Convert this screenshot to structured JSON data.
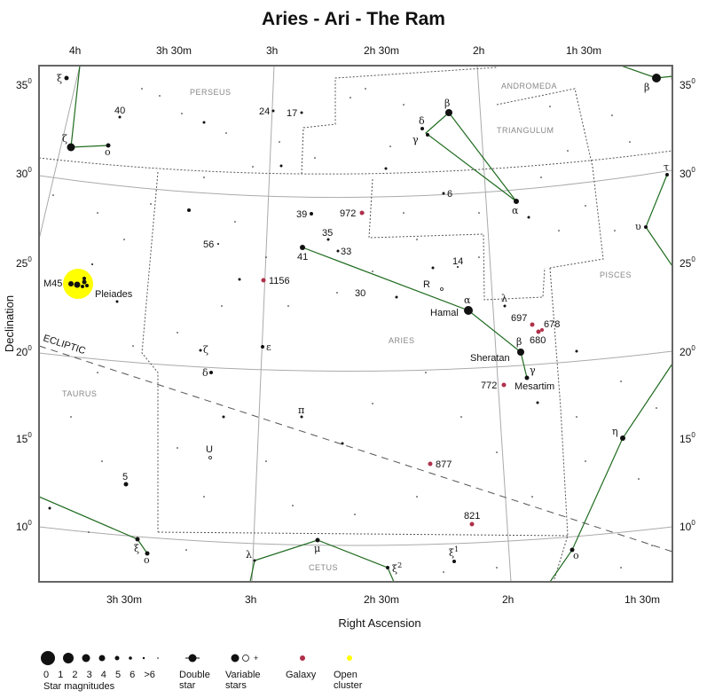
{
  "title": "Aries - Ari - The Ram",
  "axes": {
    "x_title": "Right Ascension",
    "y_title": "Declination",
    "top_ticks": [
      {
        "label": "4h"
      },
      {
        "label": "3h 30m"
      },
      {
        "label": "3h"
      },
      {
        "label": "2h 30m"
      },
      {
        "label": "2h"
      },
      {
        "label": "1h 30m"
      }
    ],
    "bottom_ticks": [
      {
        "label": "3h 30m"
      },
      {
        "label": "3h"
      },
      {
        "label": "2h 30m"
      },
      {
        "label": "2h"
      },
      {
        "label": "1h 30m"
      }
    ],
    "dec_ticks": [
      {
        "label": "35",
        "sup": "0"
      },
      {
        "label": "30",
        "sup": "0"
      },
      {
        "label": "25",
        "sup": "0"
      },
      {
        "label": "20",
        "sup": "0"
      },
      {
        "label": "15",
        "sup": "0"
      },
      {
        "label": "10",
        "sup": "0"
      }
    ]
  },
  "constellation_names": {
    "perseus": "Perseus",
    "andromeda": "Andromeda",
    "triangulum": "Triangulum",
    "pisces": "Pisces",
    "aries": "Aries",
    "taurus": "Taurus",
    "cetus": "Cetus"
  },
  "ecliptic_label": "ECLIPTIC",
  "star_labels": {
    "xi_per": "ξ",
    "zeta_per": "ζ",
    "omicron_per": "ο",
    "n40": "40",
    "n24": "24",
    "n17": "17",
    "beta_tri": "β",
    "delta_tri": "δ",
    "gamma_tri": "γ",
    "alpha_tri": "α",
    "n6": "6",
    "beta_and": "β",
    "tau_psc": "τ",
    "upsilon_psc": "υ",
    "n39": "39",
    "n35": "35",
    "n33": "33",
    "n41": "41",
    "n56": "56",
    "n30": "30",
    "n14": "14",
    "R": "R",
    "alpha_ari": "α",
    "hamal": "Hamal",
    "lambda_ari": "λ",
    "beta_ari": "β",
    "sheratan": "Sheratan",
    "gamma_ari": "γ",
    "mesartim": "Mesartim",
    "zeta_ari": "ζ",
    "epsilon_ari": "ε",
    "delta_ari": "δ",
    "pi_ari": "π",
    "U": "U",
    "n5": "5",
    "xi_tau": "ξ",
    "omicron_tau": "ο",
    "lambda_cet": "λ",
    "mu_cet": "μ",
    "xi2_cet": "ξ",
    "xi2_sup": "2",
    "xi1_cet": "ξ",
    "xi1_sup": "1",
    "eta_psc": "η",
    "omicron_psc": "ο",
    "m45": "M45",
    "pleiades": "Pleiades"
  },
  "galaxies": [
    {
      "label": "972"
    },
    {
      "label": "1156"
    },
    {
      "label": "697"
    },
    {
      "label": "678"
    },
    {
      "label": "680"
    },
    {
      "label": "772"
    },
    {
      "label": "877"
    },
    {
      "label": "821"
    }
  ],
  "legend": {
    "magnitudes": [
      "0",
      "1",
      "2",
      "3",
      "4",
      "5",
      "6",
      ">6"
    ],
    "magnitudes_title": "Star magnitudes",
    "double_star": "Double\nstar",
    "variable_stars": "Variable\nstars",
    "galaxy": "Galaxy",
    "open_cluster": "Open\ncluster"
  },
  "colors": {
    "constellation_lines": "#1f6b1f",
    "galaxy": "#b0304a",
    "open_cluster": "#ffff00",
    "boundaries": "#555555",
    "grid": "#aaaaaa"
  }
}
